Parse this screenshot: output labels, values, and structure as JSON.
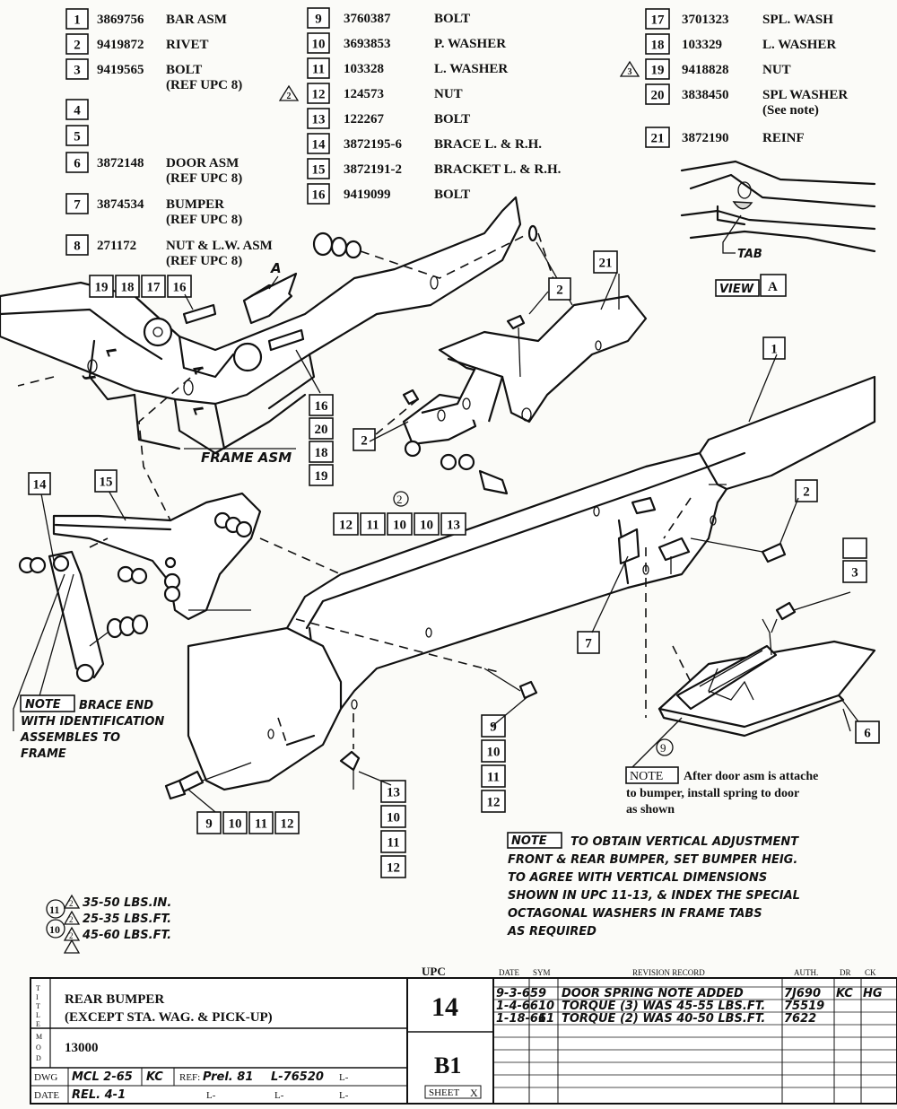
{
  "parts_left": [
    {
      "n": "1",
      "part": "3869756",
      "desc": "BAR ASM",
      "sub": ""
    },
    {
      "n": "2",
      "part": "9419872",
      "desc": "RIVET",
      "sub": ""
    },
    {
      "n": "3",
      "part": "9419565",
      "desc": "BOLT",
      "sub": "(REF UPC 8)"
    },
    {
      "n": "4",
      "part": "",
      "desc": "",
      "sub": ""
    },
    {
      "n": "5",
      "part": "",
      "desc": "",
      "sub": ""
    },
    {
      "n": "6",
      "part": "3872148",
      "desc": "DOOR ASM",
      "sub": "(REF UPC 8)"
    },
    {
      "n": "7",
      "part": "3874534",
      "desc": "BUMPER",
      "sub": "(REF UPC 8)"
    },
    {
      "n": "8",
      "part": "271172",
      "desc": "NUT & L.W. ASM",
      "sub": "(REF UPC 8)"
    }
  ],
  "parts_mid": [
    {
      "n": "9",
      "part": "3760387",
      "desc": "BOLT",
      "tri": ""
    },
    {
      "n": "10",
      "part": "3693853",
      "desc": "P. WASHER",
      "tri": ""
    },
    {
      "n": "11",
      "part": "103328",
      "desc": "L. WASHER",
      "tri": ""
    },
    {
      "n": "12",
      "part": "124573",
      "desc": "NUT",
      "tri": "2"
    },
    {
      "n": "13",
      "part": "122267",
      "desc": "BOLT",
      "tri": ""
    },
    {
      "n": "14",
      "part": "3872195-6",
      "desc": "BRACE L. & R.H.",
      "tri": ""
    },
    {
      "n": "15",
      "part": "3872191-2",
      "desc": "BRACKET L. & R.H.",
      "tri": ""
    },
    {
      "n": "16",
      "part": "9419099",
      "desc": "BOLT",
      "tri": ""
    }
  ],
  "parts_right": [
    {
      "n": "17",
      "part": "3701323",
      "desc": "SPL. WASH",
      "sub": "",
      "tri": ""
    },
    {
      "n": "18",
      "part": "103329",
      "desc": "L. WASHER",
      "sub": "",
      "tri": ""
    },
    {
      "n": "19",
      "part": "9418828",
      "desc": "NUT",
      "sub": "",
      "tri": "3"
    },
    {
      "n": "20",
      "part": "3838450",
      "desc": "SPL WASHER",
      "sub": "(See note)",
      "tri": ""
    },
    {
      "n": "21",
      "part": "3872190",
      "desc": "REINF",
      "sub": "",
      "tri": ""
    }
  ],
  "callouts": {
    "frame_asm": "FRAME ASM",
    "view_label": "VIEW",
    "view_letter": "A",
    "tab": "TAB",
    "a_marker": "A",
    "circle2": "2",
    "circle9": "9",
    "stack_bolt16": [
      "16",
      "20",
      "18",
      "19"
    ],
    "stack_top": [
      "19",
      "18",
      "17",
      "16"
    ],
    "row_12_13": [
      "12",
      "11",
      "10",
      "10",
      "13"
    ],
    "row_9_12_a": [
      "9",
      "10",
      "11",
      "12"
    ],
    "row_9_12_b": [
      "9",
      "10",
      "11",
      "12"
    ],
    "col_13_12": [
      "13",
      "10",
      "11",
      "12"
    ],
    "lbl_14": "14",
    "lbl_15": "15",
    "lbl_2a": "2",
    "lbl_2b": "2",
    "lbl_2c": "2",
    "lbl_21": "21",
    "lbl_1": "1",
    "lbl_7": "7",
    "lbl_6": "6",
    "lbl_3": "3"
  },
  "note_brace": {
    "tag": "NOTE",
    "lines": [
      "BRACE END",
      "WITH IDENTIFICATION",
      "ASSEMBLES TO",
      "FRAME"
    ]
  },
  "note_door": {
    "tag": "NOTE",
    "lines": [
      "After door asm is attache",
      "to bumper, install spring to door",
      "as shown"
    ]
  },
  "note_adjust": {
    "tag": "NOTE",
    "lines": [
      "TO OBTAIN VERTICAL ADJUSTMENT",
      "FRONT & REAR BUMPER, SET BUMPER HEIG.",
      "TO AGREE WITH VERTICAL DIMENSIONS",
      "SHOWN IN UPC 11-13, & INDEX THE SPECIAL",
      "OCTAGONAL WASHERS IN FRAME TABS",
      "AS REQUIRED"
    ]
  },
  "torque": [
    {
      "circle": "11",
      "tri": "2",
      "value": "35-50 LBS.IN."
    },
    {
      "circle": "",
      "tri": "2",
      "value": "25-35 LBS.FT."
    },
    {
      "circle": "10",
      "tri": "2",
      "value": "45-60 LBS.FT."
    }
  ],
  "title_block": {
    "title_side": "TITLE",
    "title_lines": [
      "REAR BUMPER",
      "(EXCEPT STA. WAG. & PICK-UP)"
    ],
    "mod_side": "MOD",
    "mod": "13000",
    "dwg_label": "DWG",
    "dwg_value": "MCL 2-65",
    "dwg_init": "KC",
    "ref_label": "REF:",
    "ref_value": "Prel. 81",
    "l_code": "L-76520",
    "l_blank": "L-",
    "date_label": "DATE",
    "date_value": "REL. 4-1",
    "upc_label": "UPC",
    "upc": "14",
    "sheet_code": "B1",
    "sheet_label": "SHEET",
    "sheet_mark": "X",
    "rev_headers": [
      "DATE",
      "SYM",
      "REVISION RECORD",
      "AUTH.",
      "DR",
      "CK"
    ],
    "revisions": [
      {
        "date": "9-3-65",
        "sym": "9",
        "text": "DOOR SPRING NOTE ADDED",
        "auth": "7J690",
        "dr": "KC",
        "ck": "HG"
      },
      {
        "date": "1-4-66",
        "sym": "10",
        "text": "TORQUE (3) WAS 45-55 LBS.FT.",
        "auth": "75519",
        "dr": "",
        "ck": ""
      },
      {
        "date": "1-18-66",
        "sym": "11",
        "text": "TORQUE (2) WAS 40-50 LBS.FT.",
        "auth": "7622",
        "dr": "",
        "ck": ""
      }
    ]
  }
}
